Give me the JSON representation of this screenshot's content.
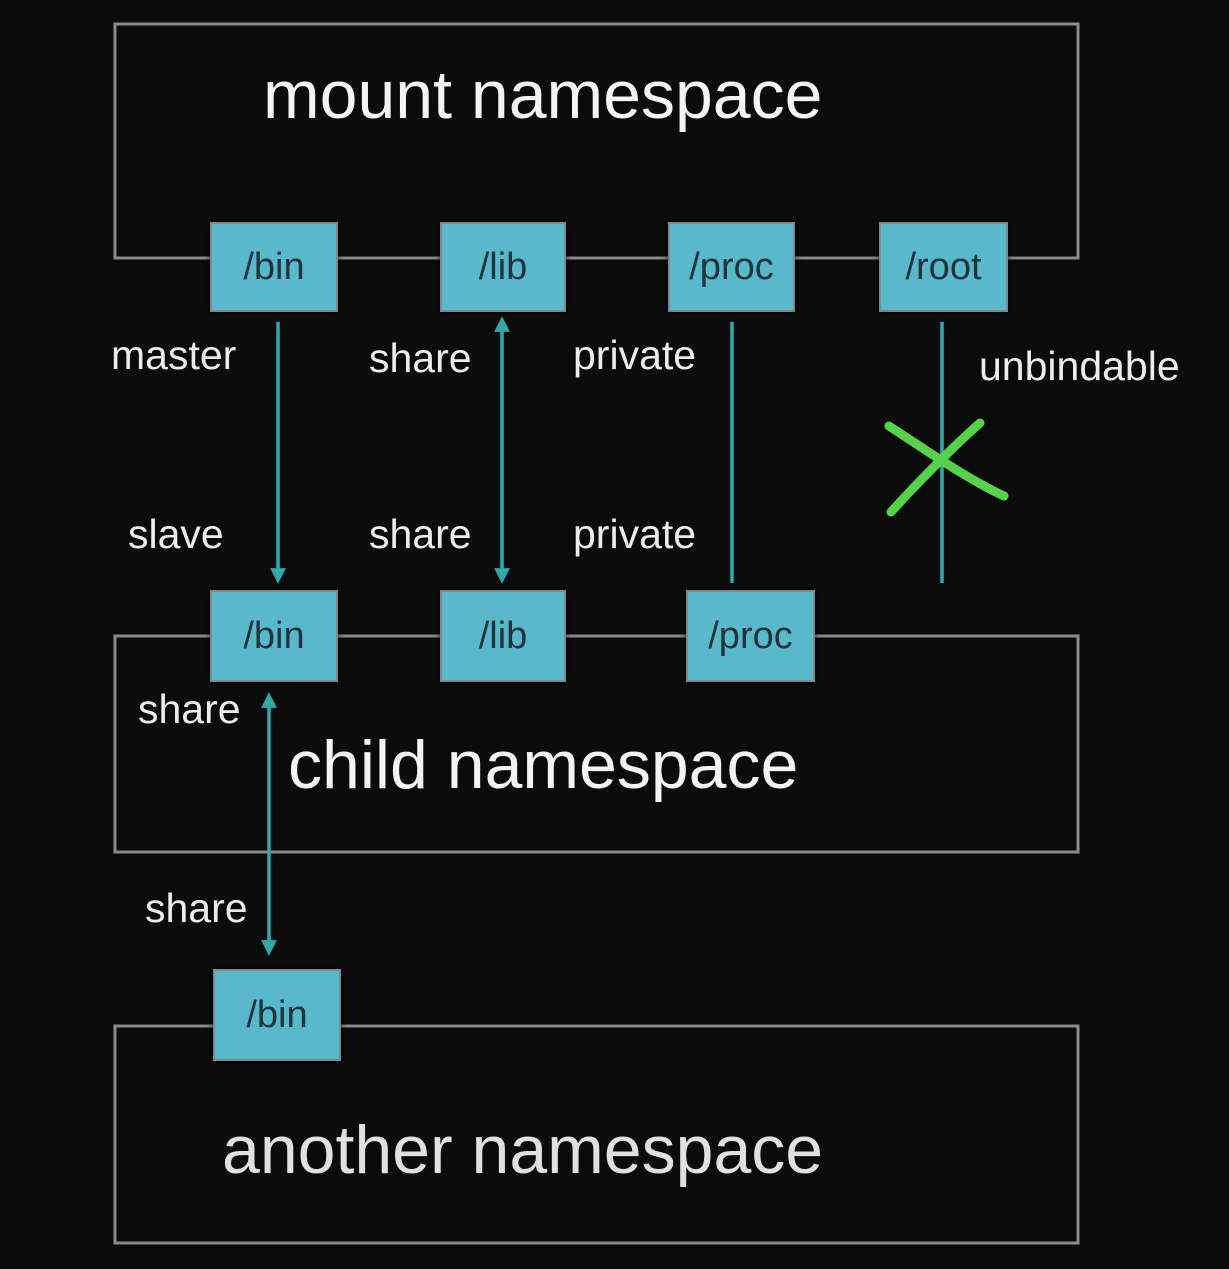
{
  "namespaces": {
    "mount": "mount namespace",
    "child": "child namespace",
    "another": "another namespace"
  },
  "mounts": {
    "top_bin": "/bin",
    "top_lib": "/lib",
    "top_proc": "/proc",
    "top_root": "/root",
    "child_bin": "/bin",
    "child_lib": "/lib",
    "child_proc": "/proc",
    "another_bin": "/bin"
  },
  "labels": {
    "master": "master",
    "slave": "slave",
    "lib_share_top": "share",
    "lib_share_bottom": "share",
    "private_top": "private",
    "private_bottom": "private",
    "unbindable": "unbindable",
    "child_share": "share",
    "another_share": "share"
  },
  "colors": {
    "mount_fill": "#58b9cc",
    "connector": "#2fa9a9",
    "box_border": "#8a8a8a",
    "cross": "#55d24a",
    "background": "#0b0b0b"
  }
}
